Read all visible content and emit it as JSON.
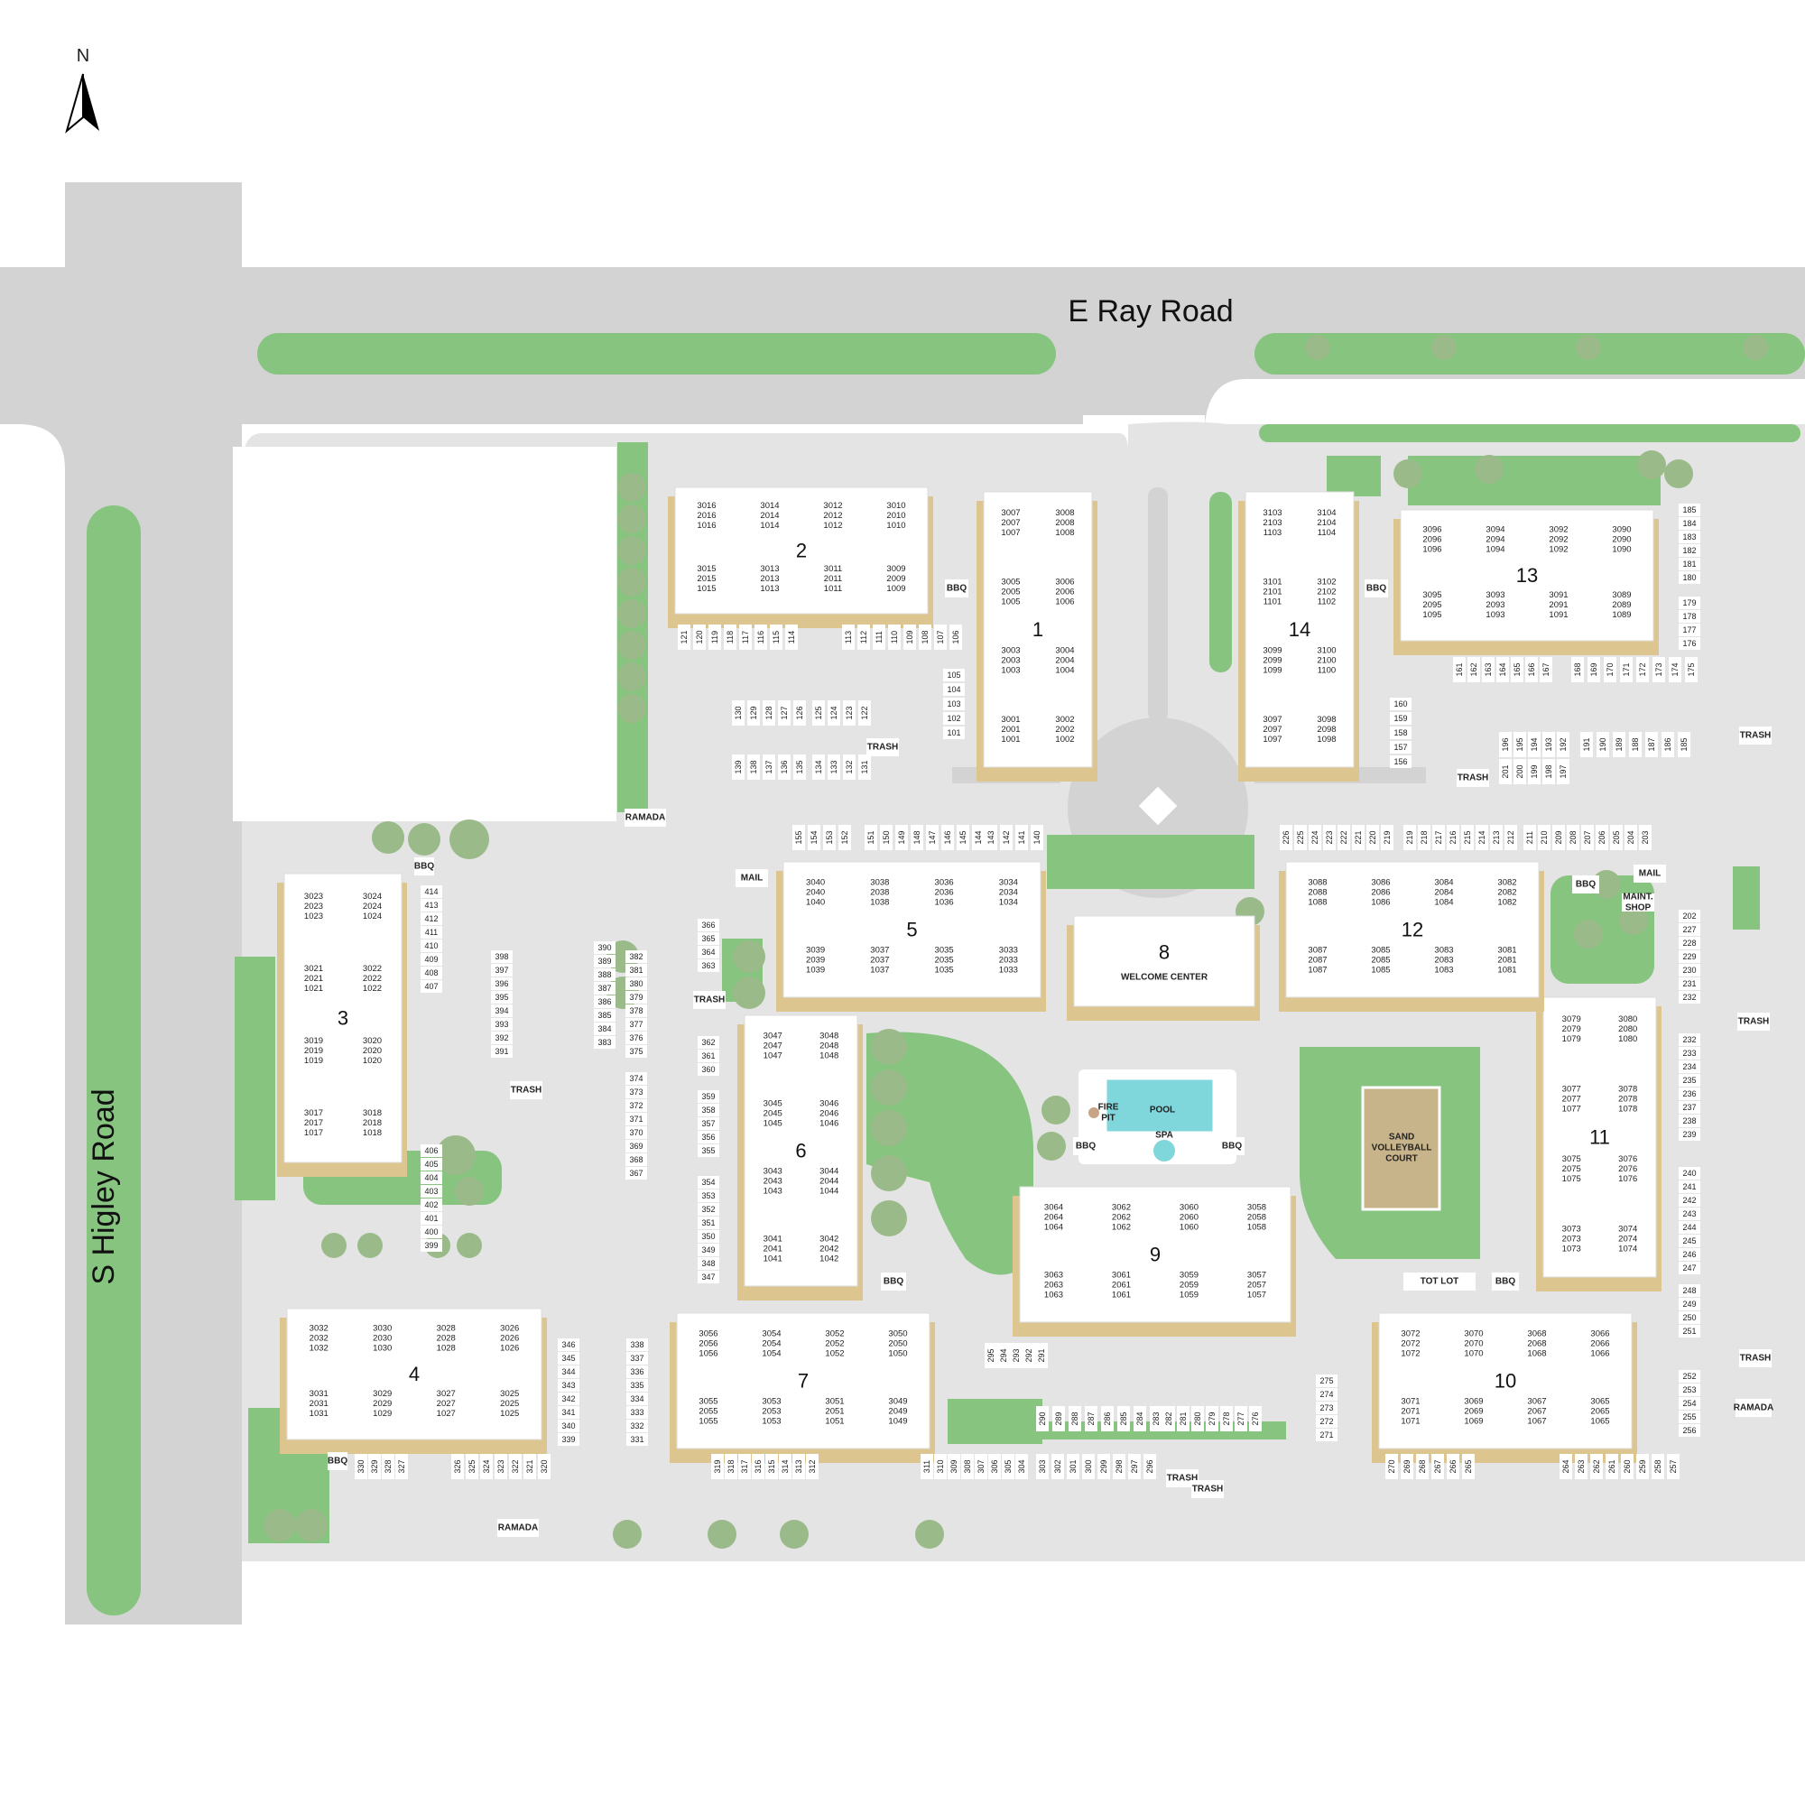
{
  "compass": {
    "label": "N"
  },
  "roads": {
    "east_west": "E Ray Road",
    "north_south": "S Higley Road"
  },
  "colors": {
    "road": "#d3d3d3",
    "lot": "#e4e4e4",
    "green": "#86c47f",
    "tree": "#9bba8a",
    "building_shadow": "#dcc58e",
    "roof": "#ffffff",
    "court": "#c8b48a",
    "pool": "#7fd6db"
  },
  "buildings": [
    {
      "num": "1",
      "units": [
        [
          "3007",
          "2007",
          "1007"
        ],
        [
          "3008",
          "2008",
          "1008"
        ],
        [
          "3005",
          "2005",
          "1005"
        ],
        [
          "3006",
          "2006",
          "1006"
        ],
        [
          "3003",
          "2003",
          "1003"
        ],
        [
          "3004",
          "2004",
          "1004"
        ],
        [
          "3001",
          "2001",
          "1001"
        ],
        [
          "3002",
          "2002",
          "1002"
        ]
      ]
    },
    {
      "num": "2",
      "units": [
        [
          "3016",
          "2016",
          "1016"
        ],
        [
          "3014",
          "2014",
          "1014"
        ],
        [
          "3012",
          "2012",
          "1012"
        ],
        [
          "3010",
          "2010",
          "1010"
        ],
        [
          "3015",
          "2015",
          "1015"
        ],
        [
          "3013",
          "2013",
          "1013"
        ],
        [
          "3011",
          "2011",
          "1011"
        ],
        [
          "3009",
          "2009",
          "1009"
        ]
      ]
    },
    {
      "num": "3",
      "units": [
        [
          "3023",
          "2023",
          "1023"
        ],
        [
          "3024",
          "2024",
          "1024"
        ],
        [
          "3021",
          "2021",
          "1021"
        ],
        [
          "3022",
          "2022",
          "1022"
        ],
        [
          "3019",
          "2019",
          "1019"
        ],
        [
          "3020",
          "2020",
          "1020"
        ],
        [
          "3017",
          "2017",
          "1017"
        ],
        [
          "3018",
          "2018",
          "1018"
        ]
      ]
    },
    {
      "num": "4",
      "units": [
        [
          "3032",
          "2032",
          "1032"
        ],
        [
          "3030",
          "2030",
          "1030"
        ],
        [
          "3028",
          "2028",
          "1028"
        ],
        [
          "3026",
          "2026",
          "1026"
        ],
        [
          "3031",
          "2031",
          "1031"
        ],
        [
          "3029",
          "2029",
          "1029"
        ],
        [
          "3027",
          "2027",
          "1027"
        ],
        [
          "3025",
          "2025",
          "1025"
        ]
      ]
    },
    {
      "num": "5",
      "units": [
        [
          "3040",
          "2040",
          "1040"
        ],
        [
          "3038",
          "2038",
          "1038"
        ],
        [
          "3036",
          "2036",
          "1036"
        ],
        [
          "3034",
          "2034",
          "1034"
        ],
        [
          "3039",
          "2039",
          "1039"
        ],
        [
          "3037",
          "2037",
          "1037"
        ],
        [
          "3035",
          "2035",
          "1035"
        ],
        [
          "3033",
          "2033",
          "1033"
        ]
      ]
    },
    {
      "num": "6",
      "units": [
        [
          "3047",
          "2047",
          "1047"
        ],
        [
          "3048",
          "2048",
          "1048"
        ],
        [
          "3045",
          "2045",
          "1045"
        ],
        [
          "3046",
          "2046",
          "1046"
        ],
        [
          "3043",
          "2043",
          "1043"
        ],
        [
          "3044",
          "2044",
          "1044"
        ],
        [
          "3041",
          "2041",
          "1041"
        ],
        [
          "3042",
          "2042",
          "1042"
        ]
      ]
    },
    {
      "num": "7",
      "units": [
        [
          "3056",
          "2056",
          "1056"
        ],
        [
          "3054",
          "2054",
          "1054"
        ],
        [
          "3052",
          "2052",
          "1052"
        ],
        [
          "3050",
          "2050",
          "1050"
        ],
        [
          "3055",
          "2055",
          "1055"
        ],
        [
          "3053",
          "2053",
          "1053"
        ],
        [
          "3051",
          "2051",
          "1051"
        ],
        [
          "3049",
          "2049",
          "1049"
        ]
      ]
    },
    {
      "num": "8",
      "units": []
    },
    {
      "num": "9",
      "units": [
        [
          "3064",
          "2064",
          "1064"
        ],
        [
          "3062",
          "2062",
          "1062"
        ],
        [
          "3060",
          "2060",
          "1060"
        ],
        [
          "3058",
          "2058",
          "1058"
        ],
        [
          "3063",
          "2063",
          "1063"
        ],
        [
          "3061",
          "2061",
          "1061"
        ],
        [
          "3059",
          "2059",
          "1059"
        ],
        [
          "3057",
          "2057",
          "1057"
        ]
      ]
    },
    {
      "num": "10",
      "units": [
        [
          "3072",
          "2072",
          "1072"
        ],
        [
          "3070",
          "2070",
          "1070"
        ],
        [
          "3068",
          "2068",
          "1068"
        ],
        [
          "3066",
          "2066",
          "1066"
        ],
        [
          "3071",
          "2071",
          "1071"
        ],
        [
          "3069",
          "2069",
          "1069"
        ],
        [
          "3067",
          "2067",
          "1067"
        ],
        [
          "3065",
          "2065",
          "1065"
        ]
      ]
    },
    {
      "num": "11",
      "units": [
        [
          "3079",
          "2079",
          "1079"
        ],
        [
          "3080",
          "2080",
          "1080"
        ],
        [
          "3077",
          "2077",
          "1077"
        ],
        [
          "3078",
          "2078",
          "1078"
        ],
        [
          "3075",
          "2075",
          "1075"
        ],
        [
          "3076",
          "2076",
          "1076"
        ],
        [
          "3073",
          "2073",
          "1073"
        ],
        [
          "3074",
          "2074",
          "1074"
        ]
      ]
    },
    {
      "num": "12",
      "units": [
        [
          "3088",
          "2088",
          "1088"
        ],
        [
          "3086",
          "2086",
          "1086"
        ],
        [
          "3084",
          "2084",
          "1084"
        ],
        [
          "3082",
          "2082",
          "1082"
        ],
        [
          "3087",
          "2087",
          "1087"
        ],
        [
          "3085",
          "2085",
          "1085"
        ],
        [
          "3083",
          "2083",
          "1083"
        ],
        [
          "3081",
          "2081",
          "1081"
        ]
      ]
    },
    {
      "num": "13",
      "units": [
        [
          "3096",
          "2096",
          "1096"
        ],
        [
          "3094",
          "2094",
          "1094"
        ],
        [
          "3092",
          "2092",
          "1092"
        ],
        [
          "3090",
          "2090",
          "1090"
        ],
        [
          "3095",
          "2095",
          "1095"
        ],
        [
          "3093",
          "2093",
          "1093"
        ],
        [
          "3091",
          "2091",
          "1091"
        ],
        [
          "3089",
          "2089",
          "1089"
        ]
      ]
    },
    {
      "num": "14",
      "units": [
        [
          "3103",
          "2103",
          "1103"
        ],
        [
          "3104",
          "2104",
          "1104"
        ],
        [
          "3101",
          "2101",
          "1101"
        ],
        [
          "3102",
          "2102",
          "1102"
        ],
        [
          "3099",
          "2099",
          "1099"
        ],
        [
          "3100",
          "2100",
          "1100"
        ],
        [
          "3097",
          "2097",
          "1097"
        ],
        [
          "3098",
          "2098",
          "1098"
        ]
      ]
    }
  ],
  "amenities": {
    "welcome_center": "WELCOME CENTER",
    "pool": "POOL",
    "spa": "SPA",
    "fire_pit": [
      "FIRE",
      "PIT"
    ],
    "sand_court": [
      "SAND",
      "VOLLEYBALL",
      "COURT"
    ],
    "tot_lot": "TOT LOT",
    "bbq": "BBQ",
    "mail": "MAIL",
    "maint_shop": [
      "MAINT.",
      "SHOP"
    ],
    "ramada": "RAMADA",
    "trash": "TRASH"
  },
  "parking_rows": [
    [
      "121",
      "120",
      "119",
      "118",
      "117",
      "116",
      "115",
      "114"
    ],
    [
      "113",
      "112",
      "111",
      "110",
      "109",
      "108",
      "107",
      "106"
    ],
    [
      "105",
      "104",
      "103",
      "102",
      "101"
    ],
    [
      "130",
      "129",
      "128",
      "127",
      "126"
    ],
    [
      "125",
      "124",
      "123",
      "122"
    ],
    [
      "139",
      "138",
      "137",
      "136",
      "135"
    ],
    [
      "134",
      "133",
      "132",
      "131"
    ],
    [
      "155",
      "154",
      "153",
      "152"
    ],
    [
      "151",
      "150",
      "149",
      "148",
      "147",
      "146",
      "145",
      "144"
    ],
    [
      "143",
      "142",
      "141",
      "140"
    ],
    [
      "161",
      "162",
      "163",
      "164",
      "165",
      "166",
      "167"
    ],
    [
      "168",
      "169",
      "170",
      "171",
      "172",
      "173",
      "174",
      "175"
    ],
    [
      "160",
      "159",
      "158",
      "157",
      "156"
    ],
    [
      "185",
      "184",
      "183",
      "182",
      "181",
      "180"
    ],
    [
      "179",
      "178",
      "177",
      "176"
    ],
    [
      "196",
      "195",
      "194",
      "193",
      "192"
    ],
    [
      "191",
      "190",
      "189",
      "188",
      "187",
      "186",
      "185"
    ],
    [
      "201",
      "200",
      "199",
      "198",
      "197"
    ],
    [
      "226",
      "225",
      "224",
      "223",
      "222",
      "221",
      "220",
      "219"
    ],
    [
      "219",
      "218",
      "217",
      "216",
      "215",
      "214",
      "213",
      "212"
    ],
    [
      "211",
      "210",
      "209",
      "208",
      "207",
      "206",
      "205",
      "204",
      "203"
    ],
    [
      "202",
      "227",
      "228",
      "229",
      "230",
      "231",
      "232"
    ],
    [
      "232",
      "233",
      "234",
      "235",
      "236",
      "237",
      "238",
      "239"
    ],
    [
      "240",
      "241",
      "242",
      "243",
      "244",
      "245",
      "246",
      "247"
    ],
    [
      "248",
      "249",
      "250",
      "251"
    ],
    [
      "252",
      "253",
      "254",
      "255",
      "256"
    ],
    [
      "264",
      "263",
      "262",
      "261",
      "260",
      "259",
      "258",
      "257"
    ],
    [
      "270",
      "269",
      "268",
      "267",
      "266",
      "265"
    ],
    [
      "275",
      "274",
      "273",
      "272",
      "271"
    ],
    [
      "290",
      "289",
      "288",
      "287",
      "286",
      "285",
      "284",
      "283"
    ],
    [
      "282",
      "281",
      "280",
      "279",
      "278",
      "277",
      "276"
    ],
    [
      "295",
      "294",
      "293",
      "292",
      "291"
    ],
    [
      "303",
      "302",
      "301",
      "300",
      "299",
      "298",
      "297",
      "296"
    ],
    [
      "311",
      "310",
      "309",
      "308",
      "307",
      "306",
      "305",
      "304"
    ],
    [
      "319",
      "318",
      "317",
      "316",
      "315",
      "314",
      "313",
      "312"
    ],
    [
      "330",
      "329",
      "328",
      "327"
    ],
    [
      "326",
      "325",
      "324",
      "323",
      "322",
      "321",
      "320"
    ],
    [
      "338",
      "337",
      "336",
      "335",
      "334",
      "333",
      "332",
      "331"
    ],
    [
      "346",
      "345",
      "344",
      "343",
      "342",
      "341",
      "340",
      "339"
    ],
    [
      "354",
      "353",
      "352",
      "351",
      "350",
      "349",
      "348",
      "347"
    ],
    [
      "359",
      "358",
      "357",
      "356",
      "355"
    ],
    [
      "362",
      "361",
      "360"
    ],
    [
      "366",
      "365",
      "364",
      "363"
    ],
    [
      "374",
      "373",
      "372",
      "371",
      "370",
      "369",
      "368",
      "367"
    ],
    [
      "382",
      "381",
      "380",
      "379",
      "378",
      "377",
      "376",
      "375"
    ],
    [
      "390",
      "389",
      "388",
      "387",
      "386",
      "385",
      "384",
      "383"
    ],
    [
      "398",
      "397",
      "396",
      "395",
      "394",
      "393",
      "392",
      "391"
    ],
    [
      "406",
      "405",
      "404",
      "403",
      "402",
      "401",
      "400",
      "399"
    ],
    [
      "414",
      "413",
      "412",
      "411",
      "410",
      "409",
      "408",
      "407"
    ]
  ]
}
